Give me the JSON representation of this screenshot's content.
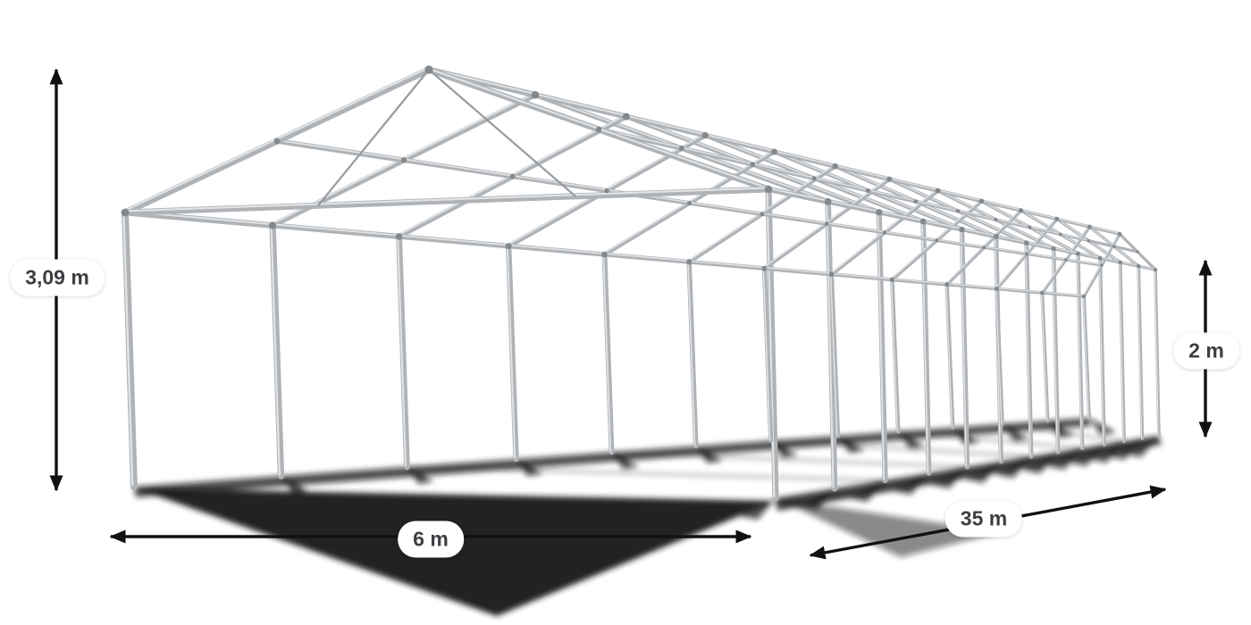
{
  "diagram": {
    "dimensions": {
      "ridge_height": {
        "label": "3,09 m"
      },
      "width": {
        "label": "6 m"
      },
      "length": {
        "label": "35 m"
      },
      "side_height": {
        "label": "2 m"
      }
    },
    "colors": {
      "background": "#ffffff",
      "tube": "#afb3b7",
      "tube_dark": "#969ba0",
      "tube_highlight": "#e7e9ea",
      "joint": "#83888d",
      "shadow": "#141414",
      "arrow": "#111111",
      "label_background": "#ffffff",
      "label_text": "#3c3f42"
    }
  }
}
